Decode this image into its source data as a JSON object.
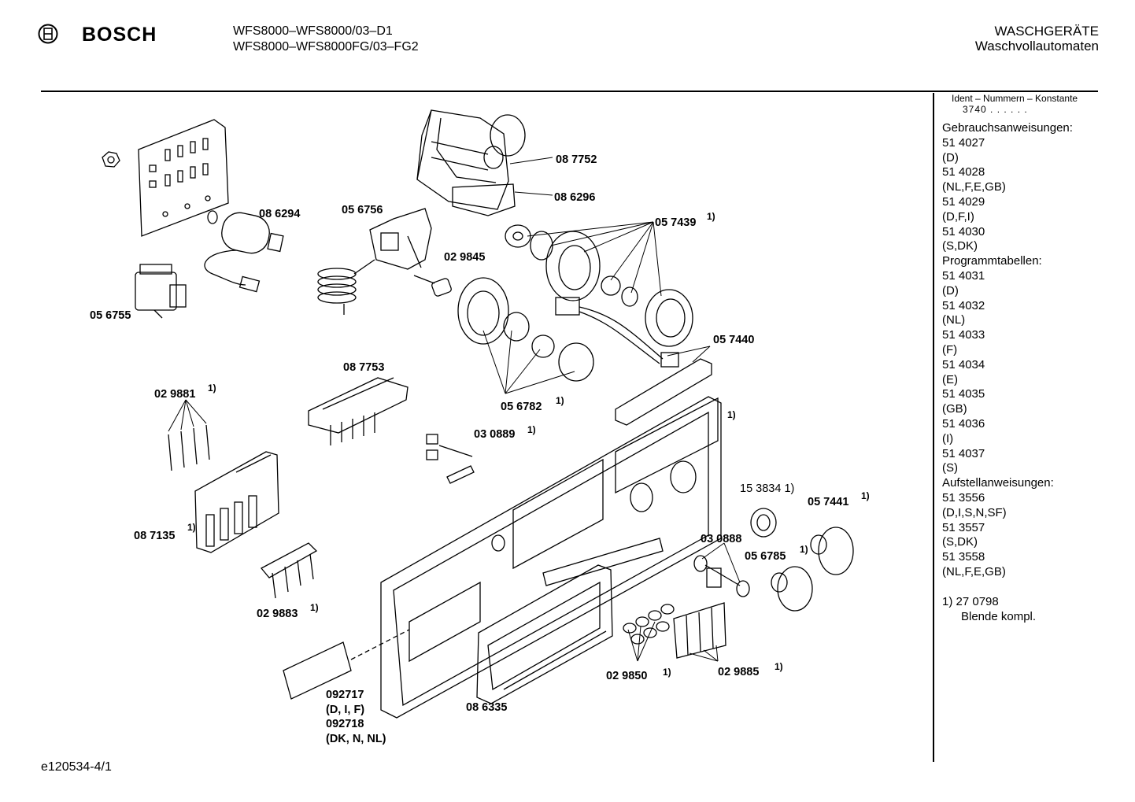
{
  "header": {
    "brand": "BOSCH",
    "model_line_1": "WFS8000–WFS8000/03–D1",
    "model_line_2": "WFS8000–WFS8000FG/03–FG2",
    "category_line_1": "WASCHGERÄTE",
    "category_line_2": "Waschvollautomaten"
  },
  "sidebar": {
    "ident_header": "Ident – Nummern – Konstante",
    "ident_value": "3740 . . . . . .",
    "items": [
      "Gebrauchsanweisungen:",
      "51 4027",
      "(D)",
      "51 4028",
      "(NL,F,E,GB)",
      "51 4029",
      "(D,F,I)",
      "51 4030",
      "(S,DK)",
      "Programmtabellen:",
      "51 4031",
      "(D)",
      "51 4032",
      "(NL)",
      "51 4033",
      "(F)",
      "51 4034",
      "(E)",
      "51 4035",
      "(GB)",
      "51 4036",
      "(I)",
      "51 4037",
      "(S)",
      "Aufstellanweisungen:",
      "51 3556",
      "(D,I,S,N,SF)",
      "51 3557",
      "(S,DK)",
      "51 3558",
      "(NL,F,E,GB)"
    ],
    "footnote_marker": "1)",
    "footnote_number": "27 0798",
    "footnote_desc": "Blende kompl."
  },
  "parts": {
    "p087752": "08 7752",
    "p086296": "08 6296",
    "p086294": "08 6294",
    "p056756": "05 6756",
    "p057439": "05 7439",
    "p029845": "02 9845",
    "p056755": "05 6755",
    "p057440": "05 7440",
    "p087753": "08 7753",
    "p029881": "02 9881",
    "p056782": "05 6782",
    "p030889": "03 0889",
    "p087135": "08 7135",
    "p153834": "15 3834 1)",
    "p057441": "05 7441",
    "p030888": "03 0888",
    "p056785": "05 6785",
    "p029883": "02 9883",
    "p029850": "02 9850",
    "p029885": "02 9885",
    "p086335": "08 6335",
    "p092717": "092717",
    "p092717_lang": "(D, I, F)",
    "p092718": "092718",
    "p092718_lang": "(DK, N, NL)",
    "fn": "1)"
  },
  "footer": {
    "code": "e120534-4/1"
  }
}
